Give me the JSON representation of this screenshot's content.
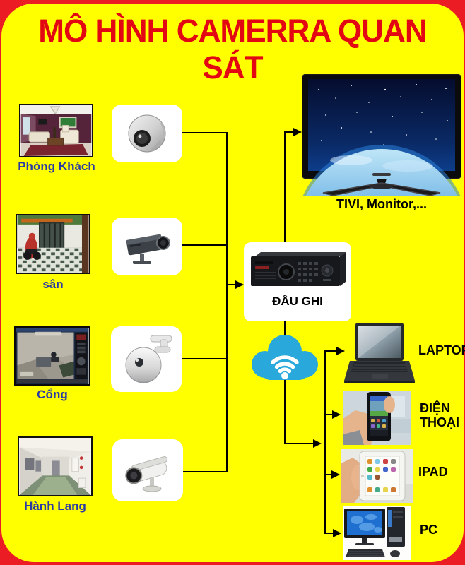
{
  "page": {
    "title": "MÔ HÌNH CAMERRA QUAN SÁT"
  },
  "colors": {
    "background_red": "#ec1c24",
    "panel_yellow": "#ffff00",
    "title_red": "#e30613",
    "location_label_blue": "#2b3aa5",
    "device_label_black": "#000000",
    "cloud_cyan": "#29a8dc",
    "connector_black": "#000000"
  },
  "locations": [
    {
      "label": "Phòng Khách",
      "image": "living-room-photo"
    },
    {
      "label": "sân",
      "image": "courtyard-photo"
    },
    {
      "label": "Cổng",
      "image": "gate-cctv-photo"
    },
    {
      "label": "Hành Lang",
      "image": "hallway-photo"
    }
  ],
  "cameras": [
    {
      "type": "dome-camera"
    },
    {
      "type": "box-camera"
    },
    {
      "type": "ptz-speed-dome-camera"
    },
    {
      "type": "bullet-camera"
    }
  ],
  "recorder": {
    "label": "ĐẦU GHI"
  },
  "display": {
    "label": "TIVI, Monitor,..."
  },
  "network": {
    "icon": "wifi-cloud"
  },
  "devices": [
    {
      "label": "LAPTOP",
      "image": "laptop-photo"
    },
    {
      "label": "ĐIỆN THOẠI",
      "image": "smartphone-photo"
    },
    {
      "label": "IPAD",
      "image": "tablet-photo"
    },
    {
      "label": "PC",
      "image": "desktop-pc-photo"
    }
  ]
}
